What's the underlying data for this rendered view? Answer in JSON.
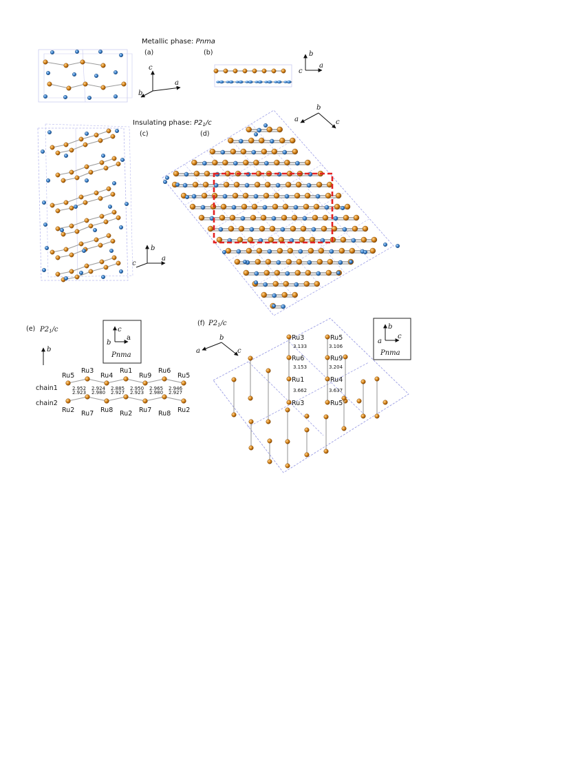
{
  "header": {
    "metallic": "Metallic phase: ",
    "metallic_group": "Pnma",
    "insulating": "Insulating phase: ",
    "insulating_group": "P2",
    "insulating_sub": "1",
    "insulating_tail": "/c"
  },
  "panels": {
    "a": "(a)",
    "b": "(b)",
    "c": "(c)",
    "d": "(d)",
    "e": "(e)",
    "f": "(f)"
  },
  "axes": {
    "a": "a",
    "b": "b",
    "c": "c",
    "a_upright": "a"
  },
  "space_group": {
    "main": "P2",
    "sub": "1",
    "tail": "/c",
    "pnma": "Pnma"
  },
  "panel_e": {
    "chain1_label": "chain1",
    "chain2_label": "chain2",
    "chain1_atoms": [
      "Ru5",
      "Ru3",
      "Ru4",
      "Ru1",
      "Ru9",
      "Ru6",
      "Ru5"
    ],
    "chain1_dists": [
      "2.952",
      "2.924",
      "2.885",
      "2.950",
      "2.965",
      "2.946"
    ],
    "chain2_atoms": [
      "Ru2",
      "Ru7",
      "Ru8",
      "Ru2",
      "Ru7",
      "Ru8",
      "Ru2"
    ],
    "chain2_dists": [
      "2.923",
      "2.980",
      "2.927",
      "2.923",
      "2.980",
      "2.927"
    ]
  },
  "panel_f": {
    "col1": [
      "Ru3",
      "Ru6",
      "Ru1",
      "Ru3"
    ],
    "col2": [
      "Ru5",
      "Ru9",
      "Ru4",
      "Ru5"
    ],
    "col1_dists": [
      "3.133",
      "3.153",
      "3.662"
    ],
    "col2_dists": [
      "3.106",
      "3.204",
      "3.637"
    ]
  },
  "colors": {
    "ru": "#d9881c",
    "ru_dark": "#a05a08",
    "o": "#3f86cf",
    "o_dark": "#1f5a9a",
    "cell": "#8c8fe0",
    "highlight": "#e32222",
    "bond": "#9a9a9a"
  }
}
